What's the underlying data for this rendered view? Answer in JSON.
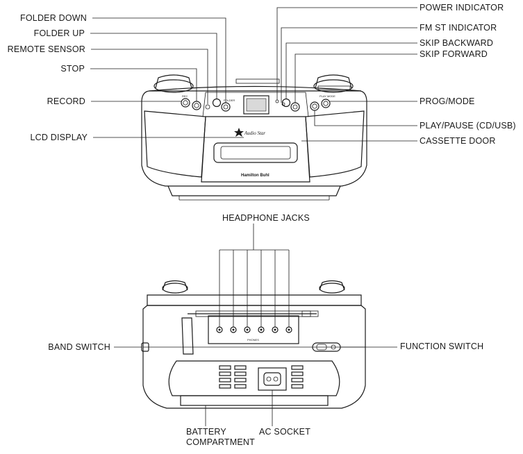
{
  "front_view": {
    "left_labels": {
      "folder_down": "FOLDER DOWN",
      "folder_up": "FOLDER UP",
      "remote_sensor": "REMOTE SENSOR",
      "stop": "STOP",
      "record": "RECORD",
      "lcd_display": "LCD DISPLAY"
    },
    "right_labels": {
      "power_indicator": "POWER INDICATOR",
      "fm_st_indicator": "FM ST INDICATOR",
      "skip_backward": "SKIP BACKWARD",
      "skip_forward": "SKIP FORWARD",
      "prog_mode": "PROG/MODE",
      "play_pause": "PLAY/PAUSE (CD/USB)",
      "cassette_door": "CASSETTE DOOR"
    },
    "panel_marks": {
      "rec": "REC",
      "folder": "FOLDER",
      "play_mode": "PLAY MODE",
      "brand": "Audio Star",
      "maker": "Hamilton Buhl"
    }
  },
  "rear_view": {
    "top_labels": {
      "headphone_jacks": "HEADPHONE JACKS"
    },
    "side_labels": {
      "band_switch": "BAND SWITCH",
      "function_switch": "FUNCTION SWITCH"
    },
    "bottom_labels": {
      "battery_line1": "BATTERY",
      "battery_line2": "COMPARTMENT",
      "ac_socket": "AC SOCKET"
    },
    "panel_marks": {
      "phones": "PHONES"
    }
  }
}
